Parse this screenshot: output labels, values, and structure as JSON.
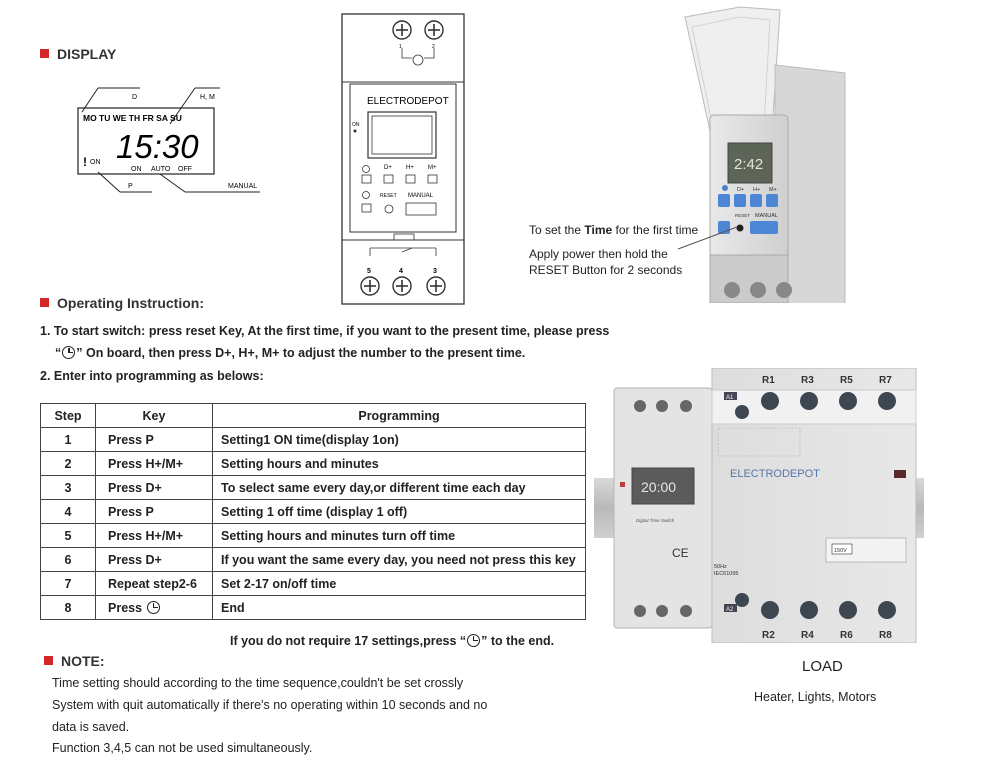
{
  "display": {
    "heading": "DISPLAY",
    "label_d": "D",
    "label_hm": "H, M",
    "days": "MO TU WE TH FR SA SU",
    "time": "15:30",
    "on": "ON",
    "on2": "ON",
    "auto": "AUTO",
    "off": "OFF",
    "label_p": "P",
    "label_manual": "MANUAL"
  },
  "device": {
    "brand": "ELECTRODEPOT",
    "on": "ON",
    "btn_d": "D+",
    "btn_h": "H+",
    "btn_m": "M+",
    "btn_reset": "RESET",
    "btn_manual": "MANUAL",
    "top_term_1": "1",
    "top_term_2": "2",
    "term_5": "5",
    "term_4": "4",
    "term_3": "3"
  },
  "photo_timer": {
    "time_display": "2:42",
    "btn_d": "D+",
    "btn_h": "H+",
    "btn_m": "M+",
    "btn_reset": "RESET",
    "btn_manual": "MANUAL",
    "note_pre": "To set the ",
    "note_bold": "Time",
    "note_post": " for the first time",
    "note_line2": "Apply power then hold the",
    "note_line3": "RESET Button for  2 seconds"
  },
  "operating": {
    "heading": "Operating Instruction:",
    "step1_a": "1.  To start switch: press reset Key,  At the first time, if you want to the present time, please press",
    "step1_b_pre": "“",
    "step1_b_post": "” On  board, then press D+, H+, M+ to adjust the number to the present time.",
    "step2": "2.  Enter into programming as belows:"
  },
  "table": {
    "headers": [
      "Step",
      "Key",
      "Programming"
    ],
    "rows": [
      {
        "step": "1",
        "key": "Press P",
        "prog": "Setting1 ON time(display 1on)"
      },
      {
        "step": "2",
        "key": "Press H+/M+",
        "prog": "Setting hours and minutes"
      },
      {
        "step": "3",
        "key": "Press D+",
        "prog": "To select same every day,or different time each day"
      },
      {
        "step": "4",
        "key": "Press P",
        "prog": "Setting 1 off time (display 1 off)"
      },
      {
        "step": "5",
        "key": "Press H+/M+",
        "prog": "Setting hours and minutes turn off time"
      },
      {
        "step": "6",
        "key": "Press D+",
        "prog": "If you want the same every day, you need not press this key"
      },
      {
        "step": "7",
        "key": "Repeat step2-6",
        "prog": "Set 2-17 on/off time"
      },
      {
        "step": "8",
        "key": "Press",
        "prog": "End"
      }
    ],
    "footnote_pre": "If you do not require 17 settings,press “",
    "footnote_post": "” to the end."
  },
  "note": {
    "heading": "NOTE:",
    "line1": "Time setting should according to the time sequence,couldn't be set crossly",
    "line2": "System with quit automatically if there's no operating within 10 seconds and no",
    "line3": "data is saved.",
    "line4": "Function 3,4,5 can not be used simultaneously."
  },
  "load_photo": {
    "timer_display": "20:00",
    "timer_label": "Digital Time Switch",
    "ce": "CE",
    "brand": "ELECTRODEPOT",
    "r_top": [
      "R1",
      "R3",
      "R5",
      "R7"
    ],
    "r_bottom": [
      "R2",
      "R4",
      "R6",
      "R8"
    ],
    "a1": "A1",
    "a2": "A2",
    "voltage": "150V",
    "freq": "50Hz",
    "std": "IEC61095",
    "load_title": "LOAD",
    "load_sub": "Heater, Lights, Motors"
  }
}
